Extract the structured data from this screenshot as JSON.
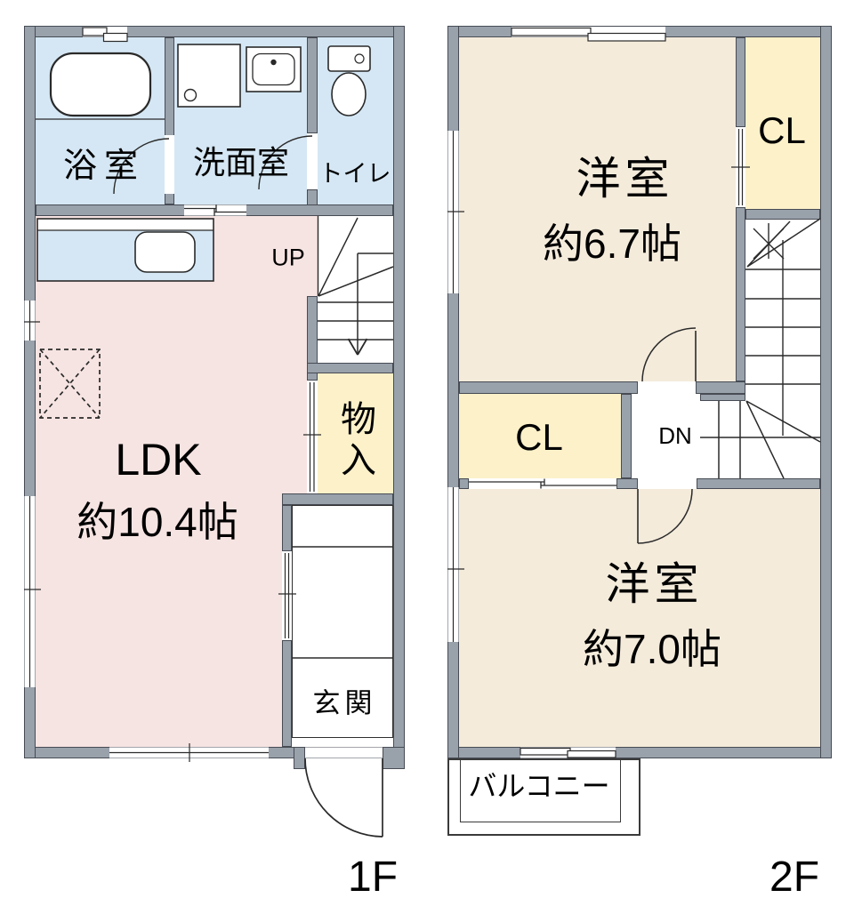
{
  "colors": {
    "wall_gray": "#99a1ab",
    "room_blue": "#d5e7f4",
    "room_pink": "#f6e4e2",
    "room_beige": "#f4ebdb",
    "closet_cream": "#fcf1c9",
    "line_black": "#2a2a2a",
    "background": "#ffffff"
  },
  "floor1": {
    "label": "1F",
    "rooms": {
      "bath": "浴室",
      "washroom": "洗面室",
      "toilet": "トイレ",
      "stair_direction": "UP",
      "ldk": {
        "name": "LDK",
        "size": "約10.4帖"
      },
      "storage": "物入",
      "entrance": "玄関"
    }
  },
  "floor2": {
    "label": "2F",
    "rooms": {
      "bedroom_a": {
        "name": "洋室",
        "size": "約6.7帖"
      },
      "closet_a": "CL",
      "stair_direction": "DN",
      "closet_b": "CL",
      "bedroom_b": {
        "name": "洋室",
        "size": "約7.0帖"
      },
      "balcony": "バルコニー"
    }
  }
}
